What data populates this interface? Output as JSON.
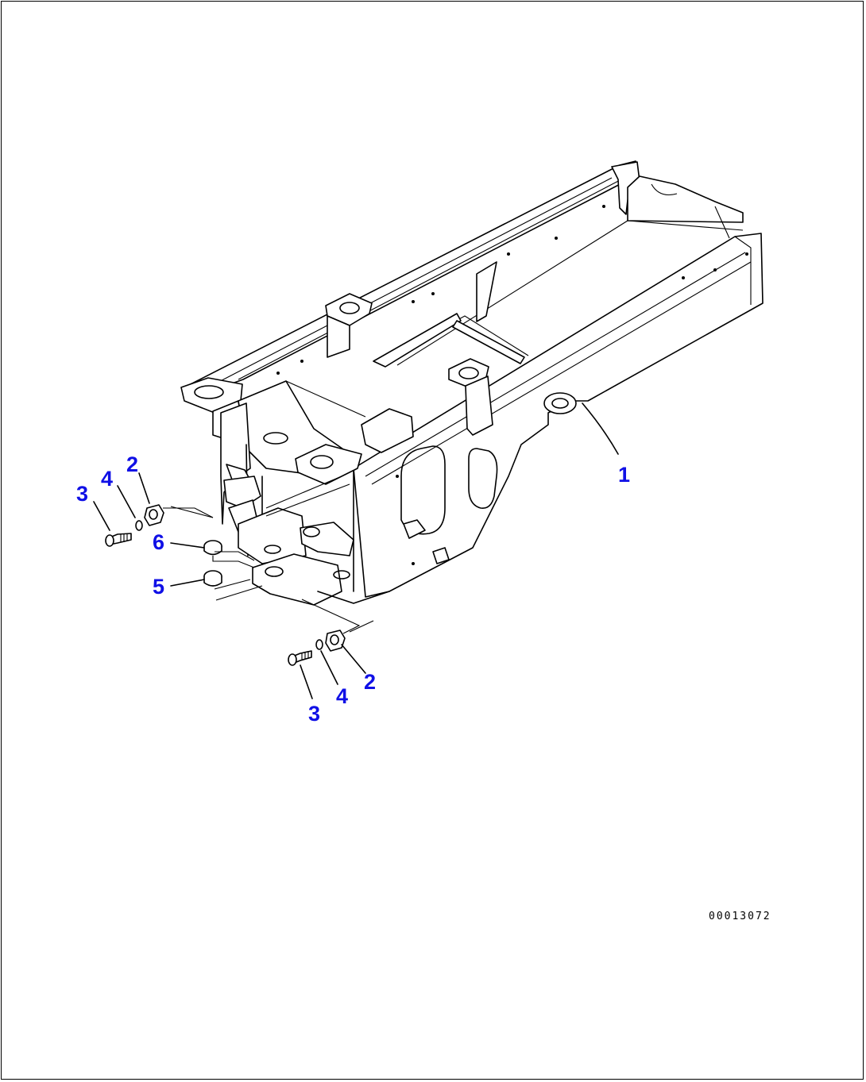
{
  "callouts": [
    {
      "id": "c1",
      "label": "1",
      "part": "frame"
    },
    {
      "id": "c2a",
      "label": "2",
      "part": "nut"
    },
    {
      "id": "c3a",
      "label": "3",
      "part": "bolt"
    },
    {
      "id": "c4a",
      "label": "4",
      "part": "washer"
    },
    {
      "id": "c6",
      "label": "6",
      "part": "bushing"
    },
    {
      "id": "c5",
      "label": "5",
      "part": "bushing"
    },
    {
      "id": "c2b",
      "label": "2",
      "part": "nut"
    },
    {
      "id": "c3b",
      "label": "3",
      "part": "bolt"
    },
    {
      "id": "c4b",
      "label": "4",
      "part": "washer"
    }
  ],
  "drawing_code": "00013072",
  "colors": {
    "callout": "#1010e6",
    "line": "#000000",
    "background": "#ffffff"
  }
}
